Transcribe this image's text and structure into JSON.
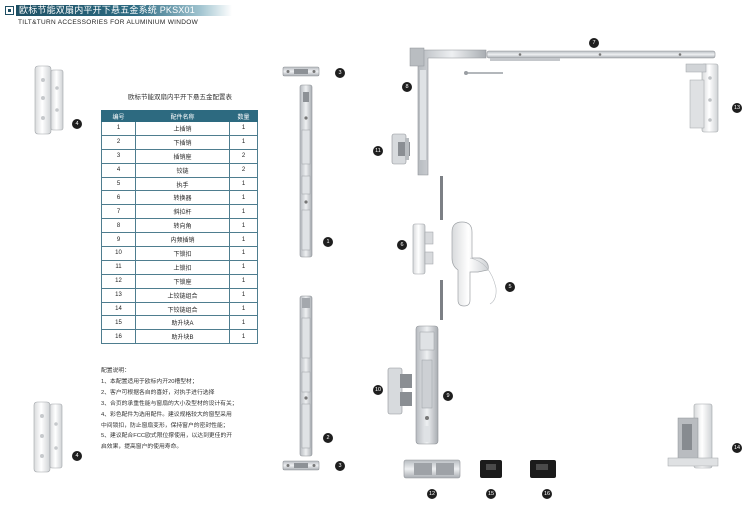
{
  "header": {
    "title": "欧标节能双扇内平开下悬五金系统 PKSX01",
    "subtitle": "TILT&TURN ACCESSORIES FOR ALUMINIUM WINDOW"
  },
  "table": {
    "title": "欧标节能双扇内平开下悬五金配置表",
    "columns": [
      "编号",
      "配件名称",
      "数量"
    ],
    "rows": [
      [
        "1",
        "上插销",
        "1"
      ],
      [
        "2",
        "下插销",
        "1"
      ],
      [
        "3",
        "插销座",
        "2"
      ],
      [
        "4",
        "铰链",
        "2"
      ],
      [
        "5",
        "执手",
        "1"
      ],
      [
        "6",
        "转换器",
        "1"
      ],
      [
        "7",
        "斜拉杆",
        "1"
      ],
      [
        "8",
        "转向角",
        "1"
      ],
      [
        "9",
        "内频插销",
        "1"
      ],
      [
        "10",
        "下锁扣",
        "1"
      ],
      [
        "11",
        "上锁扣",
        "1"
      ],
      [
        "12",
        "下锁座",
        "1"
      ],
      [
        "13",
        "上铰链组合",
        "1"
      ],
      [
        "14",
        "下铰链组合",
        "1"
      ],
      [
        "15",
        "助升块A",
        "1"
      ],
      [
        "16",
        "助升块B",
        "1"
      ]
    ]
  },
  "notes": {
    "heading": "配置说明：",
    "lines": [
      "1、本配置适用于欧标内开20槽型材；",
      "2、客户可根据各自的喜好，对执手进行选择",
      "3、合页的承重性能与窗扇的大小及型材的设计有关；",
      "4、彩色配件为选用配件。建议规格较大的窗型采用",
      "    中间锁扣，防止窗扇变形，保持窗户的密封性能；",
      "5、建议配合FCC欧式限位撑使用，以达到更佳的开",
      "    启效果，提高窗户的使用寿命。"
    ]
  },
  "callouts": [
    "1",
    "2",
    "3",
    "3",
    "4",
    "4",
    "5",
    "6",
    "7",
    "8",
    "9",
    "10",
    "11",
    "12",
    "13",
    "14",
    "15",
    "16"
  ],
  "colors": {
    "accent": "#2d6a80",
    "badge": "#1e1e1e",
    "metal": "#c9ccd0"
  }
}
